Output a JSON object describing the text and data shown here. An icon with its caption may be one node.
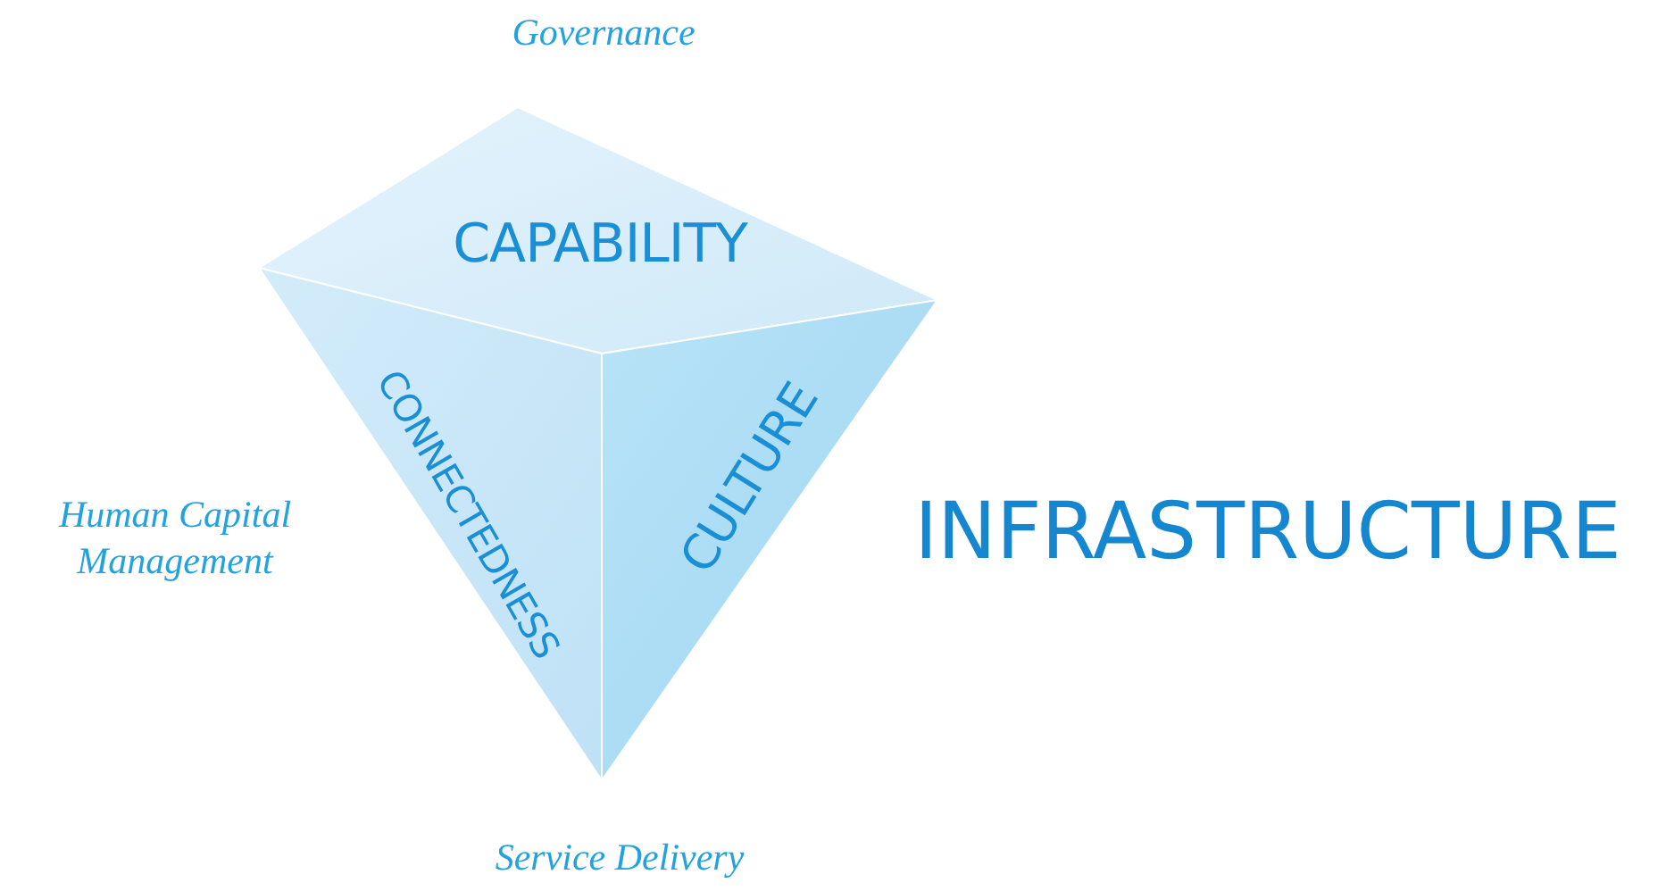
{
  "diagram": {
    "nodes": [
      {
        "text": [
          "CAPABILITY"
        ]
      },
      {
        "text": [
          "CONNECTEDNESS"
        ]
      },
      {
        "text": [
          "CULTURE"
        ]
      }
    ],
    "labels": [
      "Governance",
      "Human Capital Management",
      "INFRASTRUCTURE",
      "Service Delivery"
    ]
  }
}
